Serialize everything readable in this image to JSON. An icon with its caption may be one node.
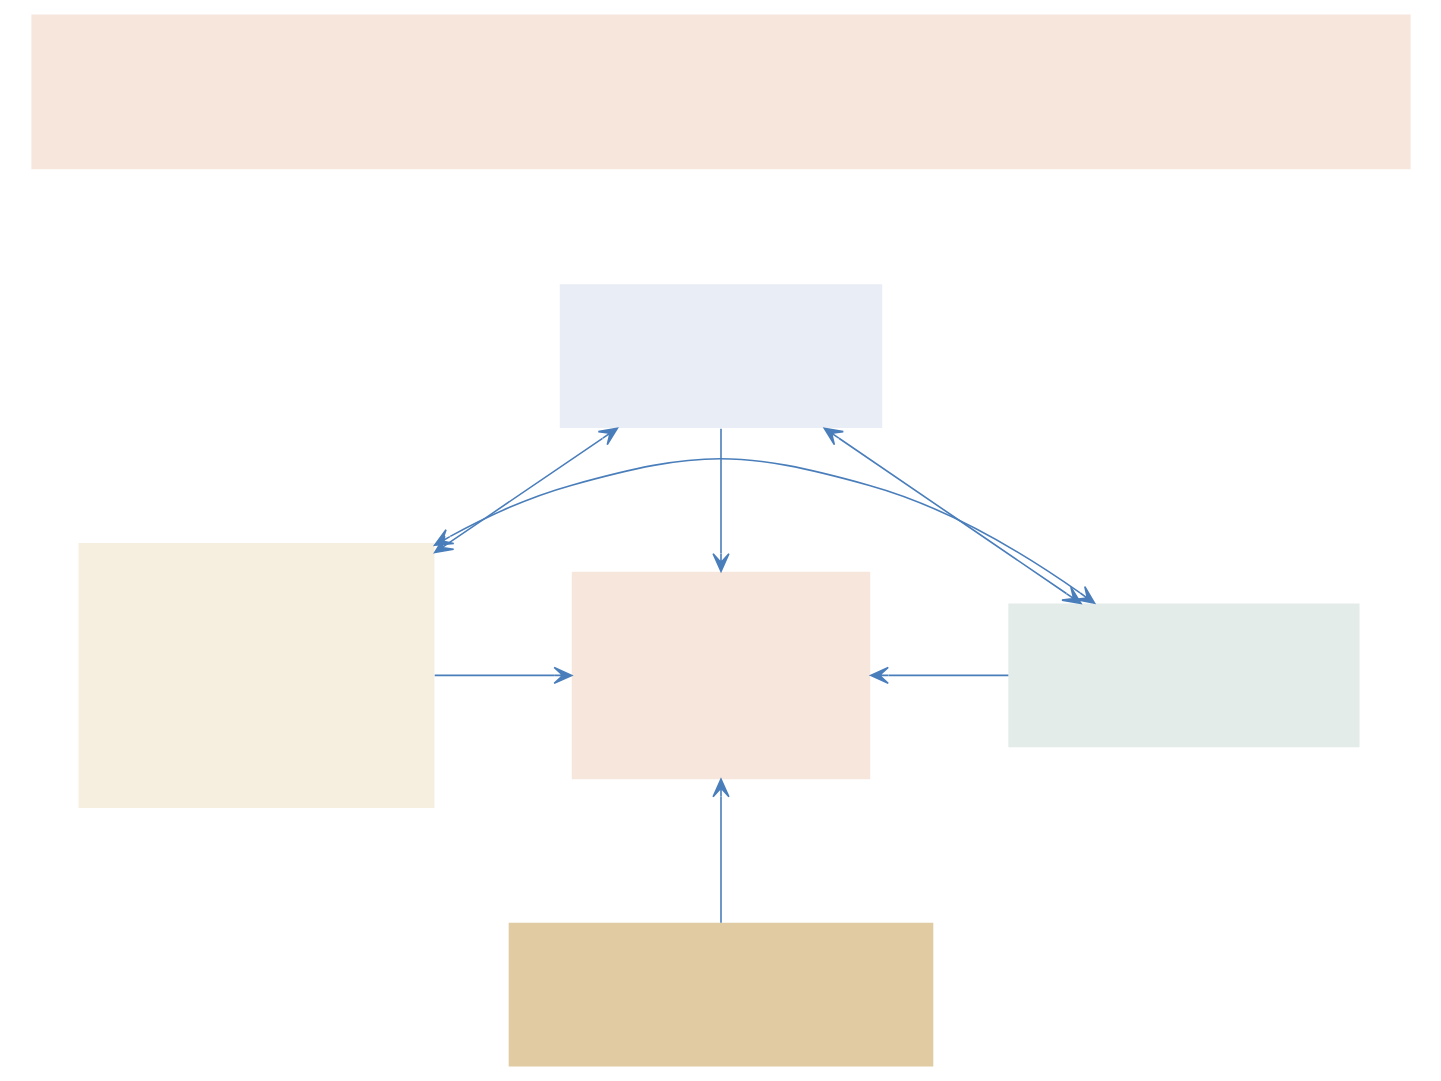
{
  "diagram": {
    "nodes": [
      {
        "text": [],
        "shape": "box"
      },
      {
        "text": [],
        "shape": "box"
      },
      {
        "text": [],
        "shape": "box"
      },
      {
        "text": [],
        "shape": "box"
      },
      {
        "text": [],
        "shape": "box"
      },
      {
        "text": [],
        "shape": "box"
      }
    ],
    "edges": [
      {
        "from": 1,
        "to": 2,
        "arrow": "both"
      },
      {
        "from": 1,
        "to": 4,
        "arrow": "both"
      },
      {
        "from": 1,
        "to": 3,
        "arrow": "to"
      },
      {
        "from": 2,
        "to": 3,
        "arrow": "to"
      },
      {
        "from": 4,
        "to": 3,
        "arrow": "to"
      },
      {
        "from": 2,
        "to": 4,
        "arrow": "both"
      },
      {
        "from": 5,
        "to": 3,
        "arrow": "to"
      }
    ]
  }
}
